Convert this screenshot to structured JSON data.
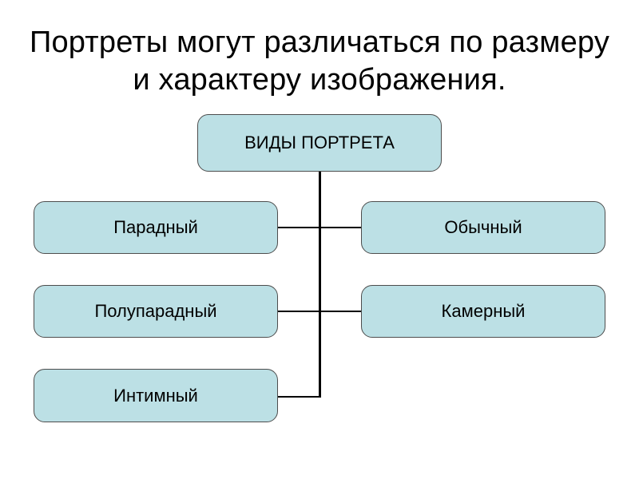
{
  "colors": {
    "background": "#ffffff",
    "box_fill": "#bce0e5",
    "box_border": "#4d4d4d",
    "connector": "#000000",
    "title_text": "#000000",
    "box_text": "#000000"
  },
  "slide": {
    "title_lines": [
      "Портреты могут различаться по размеру",
      "и характеру изображения."
    ]
  },
  "diagram": {
    "root": {
      "label": "ВИДЫ ПОРТРЕТА"
    },
    "left_column": [
      {
        "label": "Парадный"
      },
      {
        "label": "Полупарадный"
      },
      {
        "label": "Интимный"
      }
    ],
    "right_column": [
      {
        "label": "Обычный"
      },
      {
        "label": "Камерный"
      }
    ]
  }
}
